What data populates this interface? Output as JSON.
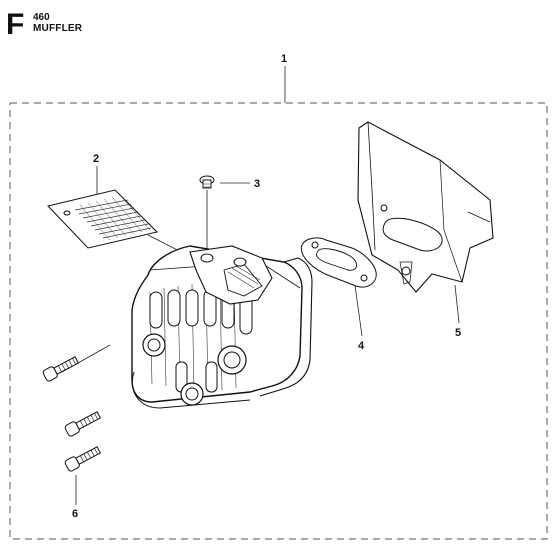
{
  "header": {
    "section_letter": "F",
    "model": "460",
    "title": "MUFFLER"
  },
  "callouts": [
    {
      "number": "1",
      "part": "muffler-assembly"
    },
    {
      "number": "2",
      "part": "heat-shield-plate"
    },
    {
      "number": "3",
      "part": "screw"
    },
    {
      "number": "4",
      "part": "gasket"
    },
    {
      "number": "5",
      "part": "cooling-plate"
    },
    {
      "number": "6",
      "part": "bolt"
    }
  ]
}
